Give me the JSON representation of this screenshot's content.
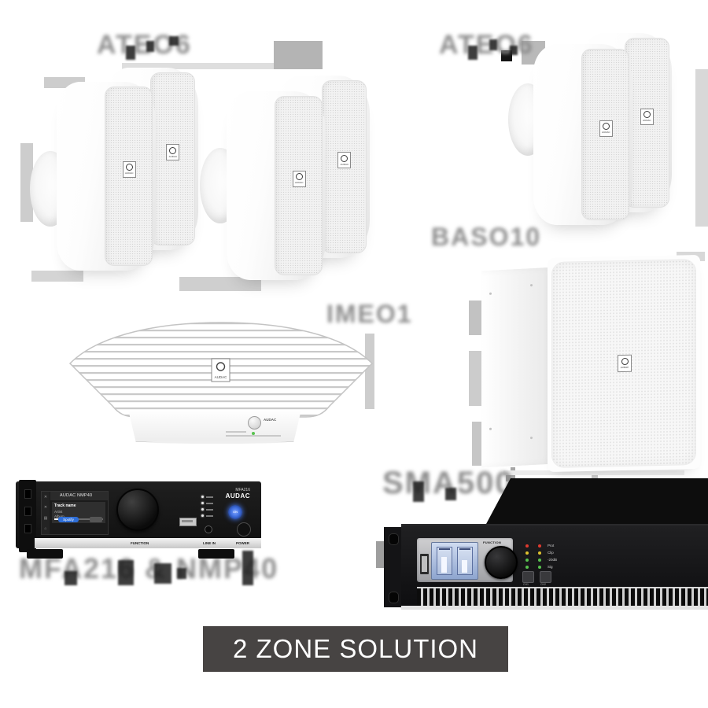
{
  "banner": {
    "label": "2 ZONE SOLUTION",
    "bg": "#474443"
  },
  "brand": {
    "name": "AUDAC"
  },
  "product_labels": {
    "left_speakers": "ATEO6",
    "right_speakers": "ATEO6",
    "subwoofer": "BASO10",
    "soundbar": "IMEO1",
    "power_amp": "SMA500",
    "media_amp": "MFA216 & NMP40"
  },
  "speakers": {
    "badge": "AUDAC"
  },
  "soundbar": {
    "badge": "AUDAC",
    "base_brand": "AUDAC"
  },
  "media_amp": {
    "model": "MFA216",
    "brand": "AUDAC",
    "on_label": "ON",
    "screen": {
      "title": "AUDAC NMP40",
      "track": "Track name",
      "artist": "Artist",
      "album": "Album",
      "source_button": "Spotify"
    },
    "strip": {
      "function": "FUNCTION",
      "line_in": "LINE IN",
      "power": "POWER"
    }
  },
  "power_amp": {
    "function_label": "FUNCTION",
    "led_labels": [
      "Prot",
      "Clip",
      "-20dB",
      "Sig"
    ],
    "channel_buttons": [
      "CH1",
      "CH2"
    ]
  },
  "colors": {
    "banner_bg": "#474443",
    "spotify_blue": "#2f6fd8",
    "on_blue": "#3f6fe0",
    "led_red": "#e03a2f",
    "led_yellow": "#e0c22f",
    "led_green": "#58c24f",
    "label_gray": "#8d8d8d"
  }
}
